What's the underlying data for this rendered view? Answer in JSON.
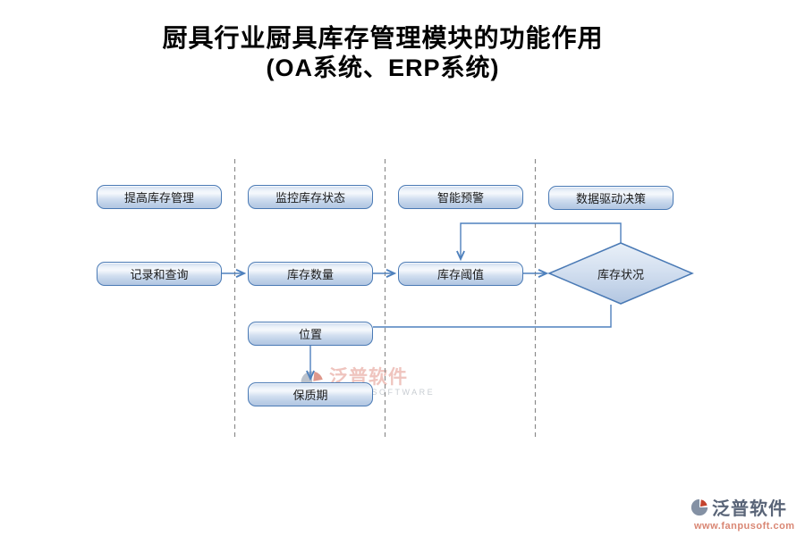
{
  "title": {
    "line1": "厨具行业厨具库存管理模块的功能作用",
    "line2": "(OA系统、ERP系统)"
  },
  "flowchart": {
    "nodes": [
      {
        "id": "improve-inventory-management",
        "label": "提高库存管理"
      },
      {
        "id": "monitor-inventory-status",
        "label": "监控库存状态"
      },
      {
        "id": "smart-alert",
        "label": "智能预警"
      },
      {
        "id": "data-driven-decision",
        "label": "数据驱动决策"
      },
      {
        "id": "record-and-query",
        "label": "记录和查询"
      },
      {
        "id": "inventory-quantity",
        "label": "库存数量"
      },
      {
        "id": "inventory-threshold",
        "label": "库存阈值"
      },
      {
        "id": "location",
        "label": "位置"
      },
      {
        "id": "shelf-life",
        "label": "保质期"
      }
    ],
    "decision": {
      "id": "inventory-condition",
      "label": "库存状况",
      "shape": "diamond"
    },
    "edges": [
      {
        "from": "记录和查询",
        "to": "库存数量",
        "type": "arrow"
      },
      {
        "from": "库存数量",
        "to": "库存阈值",
        "type": "arrow"
      },
      {
        "from": "库存阈值",
        "to": "库存状况",
        "type": "arrow"
      },
      {
        "from": "库存状况",
        "to": "库存阈值",
        "type": "arrow",
        "route": "feedback-over-top"
      },
      {
        "from": "位置",
        "to": "保质期",
        "type": "arrow"
      },
      {
        "from": "位置",
        "to": "库存状况",
        "type": "line",
        "route": "under-bottom"
      }
    ],
    "column_dividers": 3
  },
  "watermark": {
    "brand": "泛普软件",
    "subtitle": "FANPU SOFTWARE"
  },
  "logo": {
    "brand": "泛普软件",
    "url": "www.fanpusoft.com"
  },
  "colors": {
    "node_border": "#4a7ab5",
    "node_fill_top": "#cddbee",
    "node_fill_bottom": "#b2c6e1",
    "connector": "#4f81bd",
    "divider": "#8c8c8c",
    "title_text": "#000000",
    "logo_brand": "#5a6578",
    "logo_url": "#d98673",
    "watermark_brand": "#e2948a",
    "icon_gray": "#8491a4",
    "icon_red": "#c4432e"
  }
}
